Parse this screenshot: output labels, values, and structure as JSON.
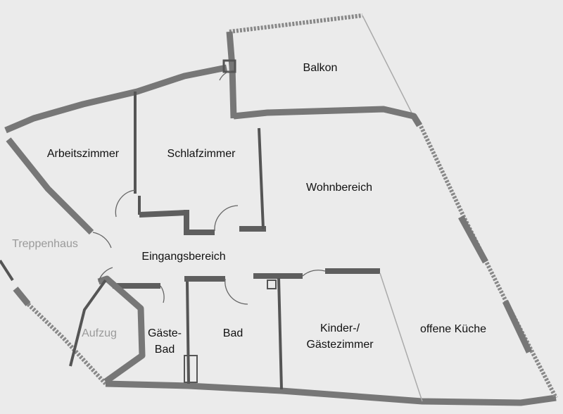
{
  "rooms": {
    "balkon": "Balkon",
    "arbeitszimmer": "Arbeitszimmer",
    "schlafzimmer": "Schlafzimmer",
    "wohnbereich": "Wohnbereich",
    "treppenhaus": "Treppenhaus",
    "eingangsbereich": "Eingangsbereich",
    "aufzug": "Aufzug",
    "gaeste_bad_line1": "Gäste-",
    "gaeste_bad_line2": "Bad",
    "bad": "Bad",
    "kinder_line1": "Kinder-/",
    "kinder_line2": "Gästezimmer",
    "offene_kueche": "offene Küche"
  },
  "colors": {
    "background": "#ebebeb",
    "wall": "#777777",
    "label": "#111111",
    "label_muted": "#9a9a9a"
  }
}
